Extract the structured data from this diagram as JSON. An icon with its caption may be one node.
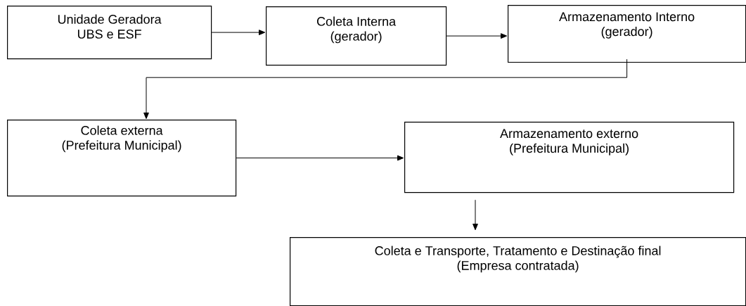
{
  "diagram": {
    "nodes": [
      {
        "text": [
          "Unidade Geradora",
          "UBS e ESF"
        ]
      },
      {
        "text": [
          "Coleta Interna",
          "(gerador)"
        ]
      },
      {
        "text": [
          "Armazenamento Interno",
          "(gerador)"
        ]
      },
      {
        "text": [
          "Coleta externa",
          "(Prefeitura Municipal)"
        ]
      },
      {
        "text": [
          "Armazenamento externo",
          "(Prefeitura Municipal)"
        ]
      },
      {
        "text": [
          "Coleta e Transporte, Tratamento e Destinação final",
          "(Empresa contratada)"
        ]
      }
    ],
    "edges": [
      {
        "from": 0,
        "to": 1,
        "arrow": "to"
      },
      {
        "from": 1,
        "to": 2,
        "arrow": "to"
      },
      {
        "from": 2,
        "to": 3,
        "arrow": "to"
      },
      {
        "from": 3,
        "to": 4,
        "arrow": "to"
      },
      {
        "from": 4,
        "to": 5,
        "arrow": "to"
      }
    ]
  }
}
